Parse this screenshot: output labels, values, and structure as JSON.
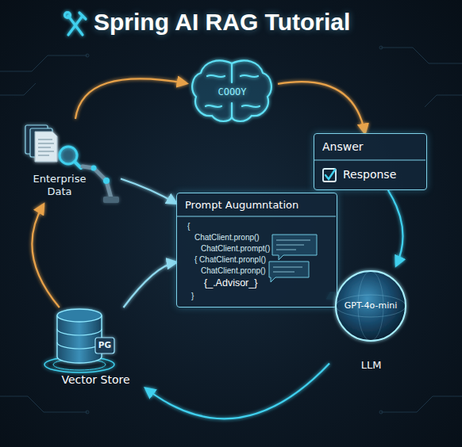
{
  "diagram": {
    "title": "Spring AI RAG Tutorial",
    "nodes": [
      {
        "text": [
          "Enterprise Data"
        ]
      },
      {
        "text": [
          "COOOY"
        ]
      },
      {
        "text": [
          "Answer",
          "Response"
        ]
      },
      {
        "text": [
          "Prompt Augumntation",
          "{",
          "ChatClient.pronp()",
          "ChatClient.prompt()",
          "{ ChatClient.pronpl()",
          "ChatClient.pronp()",
          "{_.Advisor_}",
          "}"
        ]
      },
      {
        "text": [
          "PG",
          "Vector Store"
        ]
      },
      {
        "text": [
          "GPT-4o-mini",
          "LLM"
        ]
      }
    ],
    "edges": [
      {
        "from": 0,
        "to": 1,
        "arrow": "to"
      },
      {
        "from": 1,
        "to": 2,
        "arrow": "to"
      },
      {
        "from": 2,
        "to": 5,
        "arrow": "to"
      },
      {
        "from": 5,
        "to": 4,
        "arrow": "to"
      },
      {
        "from": 4,
        "to": 0,
        "arrow": "to"
      },
      {
        "from": 0,
        "to": 3,
        "arrow": "to"
      },
      {
        "from": 4,
        "to": 3,
        "arrow": "to"
      },
      {
        "from": 5,
        "to": 3,
        "arrow": "to"
      }
    ]
  }
}
